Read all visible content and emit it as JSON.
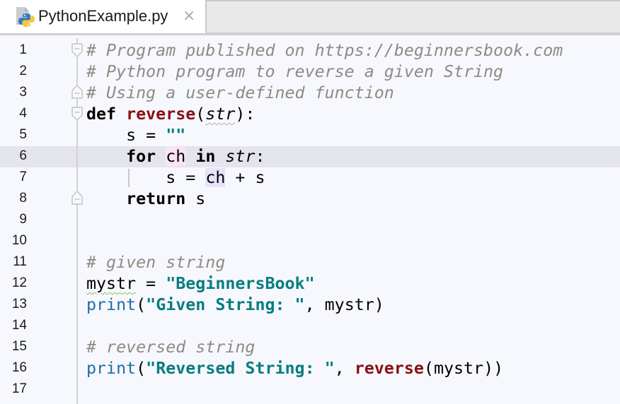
{
  "tab": {
    "file_name": "PythonExample.py",
    "close_glyph": "×",
    "icon": "python-file-icon"
  },
  "editor": {
    "current_line": 6,
    "colors": {
      "background": "#f7f8fd",
      "current_line": "#e4e4ec",
      "comment": "#8c8c84",
      "keyword": "#000000",
      "function_def": "#8a0f14",
      "string": "#067d80",
      "builtin": "#1d6fa5"
    },
    "lines": [
      {
        "n": "1",
        "tokens": {
          "c": "# Program published on https://beginnersbook.com"
        }
      },
      {
        "n": "2",
        "tokens": {
          "c": "# Python program to reverse a given String"
        }
      },
      {
        "n": "3",
        "tokens": {
          "c": "# Using a user-defined function"
        }
      },
      {
        "n": "4",
        "tokens": {
          "kw": "def",
          "sp": " ",
          "fn": "reverse",
          "p1": "(",
          "param": "str",
          "p2": "):"
        }
      },
      {
        "n": "5",
        "tokens": {
          "indent": "    ",
          "var": "s = ",
          "str": "\"\""
        }
      },
      {
        "n": "6",
        "tokens": {
          "indent": "    ",
          "kw1": "for",
          "sp1": " ",
          "var": "ch",
          "sp2": " ",
          "kw2": "in",
          "sp3": " ",
          "param": "str",
          "colon": ":"
        }
      },
      {
        "n": "7",
        "tokens": {
          "indent": "        ",
          "pre": "s = ",
          "var": "ch",
          "post": " + s"
        }
      },
      {
        "n": "8",
        "tokens": {
          "indent": "    ",
          "kw": "return",
          "post": " s"
        }
      },
      {
        "n": "9",
        "tokens": {}
      },
      {
        "n": "10",
        "tokens": {}
      },
      {
        "n": "11",
        "tokens": {
          "c": "# given string"
        }
      },
      {
        "n": "12",
        "tokens": {
          "var": "mystr",
          "op": " = ",
          "str": "\"BeginnersBook\""
        }
      },
      {
        "n": "13",
        "tokens": {
          "bi": "print",
          "p1": "(",
          "str": "\"Given String: \"",
          "rest": ", mystr)"
        }
      },
      {
        "n": "14",
        "tokens": {}
      },
      {
        "n": "15",
        "tokens": {
          "c": "# reversed string"
        }
      },
      {
        "n": "16",
        "tokens": {
          "bi": "print",
          "p1": "(",
          "str": "\"Reversed String: \"",
          "mid": ", ",
          "fn": "reverse",
          "rest": "(mystr))"
        }
      },
      {
        "n": "17",
        "tokens": {}
      }
    ]
  }
}
